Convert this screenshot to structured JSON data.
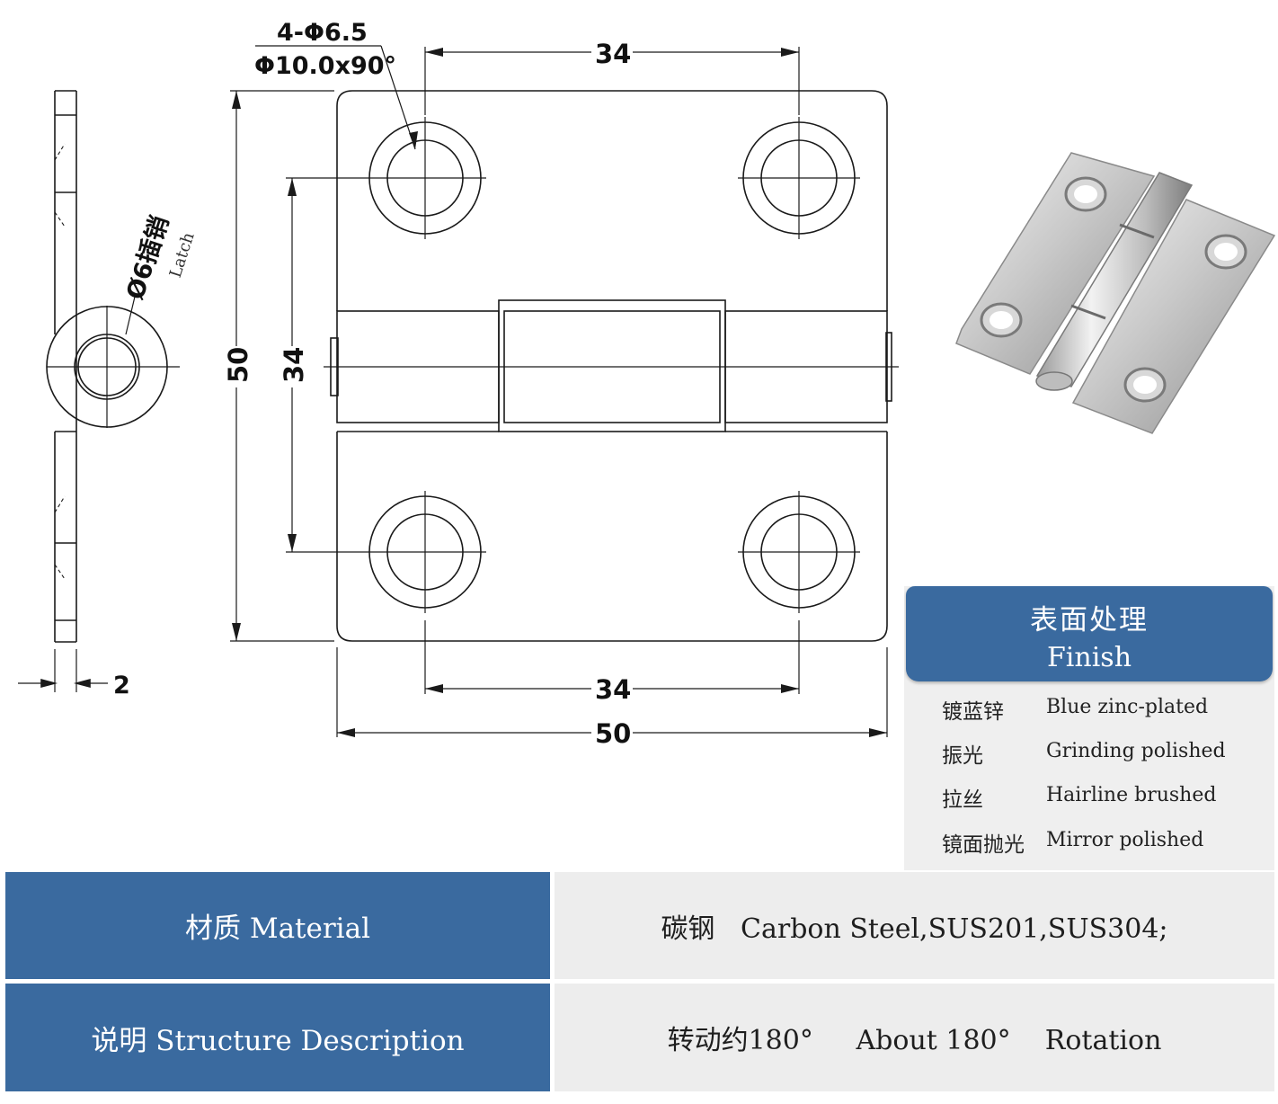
{
  "drawing": {
    "hole_callout_count": "4-Φ6.5",
    "hole_callout_countersink": "Φ10.0x90°",
    "dim_top_34": "34",
    "dim_bottom_34": "34",
    "dim_bottom_50": "50",
    "dim_left_50": "50",
    "dim_left_34": "34",
    "dim_thickness": "2",
    "pin_label_cn": "Ø6插销",
    "pin_label_en": "Latch"
  },
  "finish": {
    "title_cn": "表面处理",
    "title_en": "Finish",
    "items": [
      {
        "cn": "镀蓝锌",
        "en": "Blue zinc-plated"
      },
      {
        "cn": "振光",
        "en": "Grinding polished"
      },
      {
        "cn": "拉丝",
        "en": "Hairline brushed"
      },
      {
        "cn": "镜面抛光",
        "en": "Mirror polished"
      }
    ]
  },
  "specs": [
    {
      "label": "材质 Material",
      "value": "碳钢   Carbon Steel,SUS201,SUS304;"
    },
    {
      "label": "说明 Structure Description",
      "value": "转动约180°     About 180°    Rotation"
    }
  ],
  "colors": {
    "accent": "#3a6a9f",
    "panel": "#efefef",
    "line": "#1a1a1a"
  },
  "icons": {
    "product_photo": "hinge-photo-icon"
  }
}
